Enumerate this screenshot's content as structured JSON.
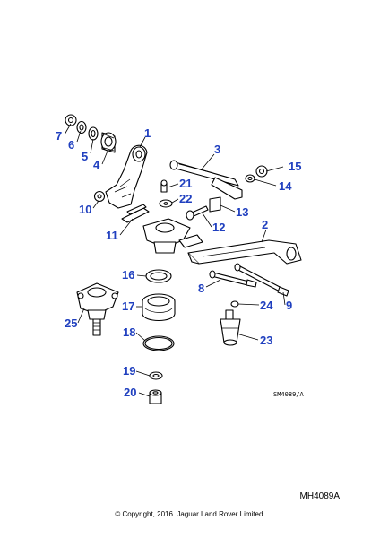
{
  "drawing_ref": "SM4089/A",
  "diagram_code": "MH4089A",
  "copyright": "© Copyright, 2016. Jaguar Land Rover Limited.",
  "callouts": [
    "1",
    "2",
    "3",
    "4",
    "5",
    "6",
    "7",
    "8",
    "9",
    "10",
    "11",
    "12",
    "13",
    "14",
    "15",
    "16",
    "17",
    "18",
    "19",
    "20",
    "21",
    "22",
    "23",
    "24",
    "25"
  ]
}
